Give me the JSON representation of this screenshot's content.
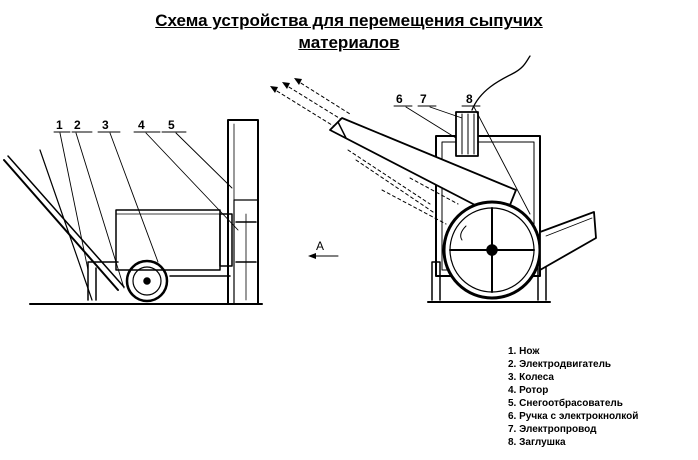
{
  "title": {
    "line1": "Схема устройства для перемещения сыпучих",
    "line2": "материалов"
  },
  "callouts": [
    "1",
    "2",
    "3",
    "4",
    "5",
    "6",
    "7",
    "8"
  ],
  "view_label": "А",
  "legend": [
    "1. Нож",
    "2. Электродвигатель",
    "3. Колеса",
    "4. Ротор",
    "5. Снегоотбрасователь",
    "6. Ручка с электрокнолкой",
    "7. Электропровод",
    "8. Заглушка"
  ]
}
